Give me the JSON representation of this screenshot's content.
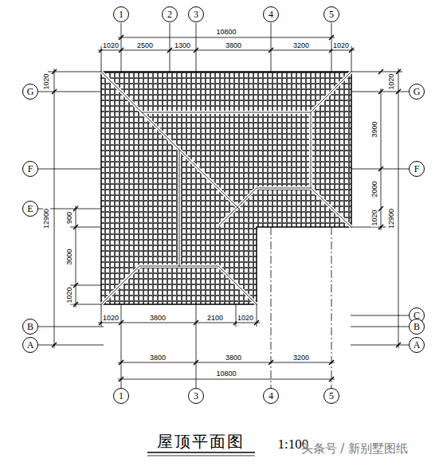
{
  "diagram": {
    "title": "屋顶平面图",
    "nodes": [
      {
        "text": [
          "1"
        ]
      },
      {
        "text": [
          "2"
        ]
      },
      {
        "text": [
          "3"
        ]
      },
      {
        "text": [
          "4"
        ]
      },
      {
        "text": [
          "5"
        ]
      },
      {
        "text": [
          "G"
        ]
      },
      {
        "text": [
          "F"
        ]
      },
      {
        "text": [
          "E"
        ]
      },
      {
        "text": [
          "B"
        ]
      },
      {
        "text": [
          "A"
        ]
      },
      {
        "text": [
          "G"
        ]
      },
      {
        "text": [
          "F"
        ]
      },
      {
        "text": [
          "C"
        ]
      },
      {
        "text": [
          "B"
        ]
      },
      {
        "text": [
          "A"
        ]
      },
      {
        "text": [
          "1"
        ]
      },
      {
        "text": [
          "3"
        ]
      },
      {
        "text": [
          "4"
        ]
      },
      {
        "text": [
          "5"
        ]
      }
    ],
    "labels": [
      "10800",
      "1020",
      "2500",
      "1300",
      "3800",
      "3200",
      "1020",
      "1020",
      "12900",
      "900",
      "3000",
      "1020",
      "1020",
      "3900",
      "2000",
      "1020",
      "12900",
      "1020",
      "3800",
      "2100",
      "1020",
      "3800",
      "3800",
      "3200",
      "10800",
      "1:100",
      "头条号 / 新别墅图纸"
    ]
  }
}
